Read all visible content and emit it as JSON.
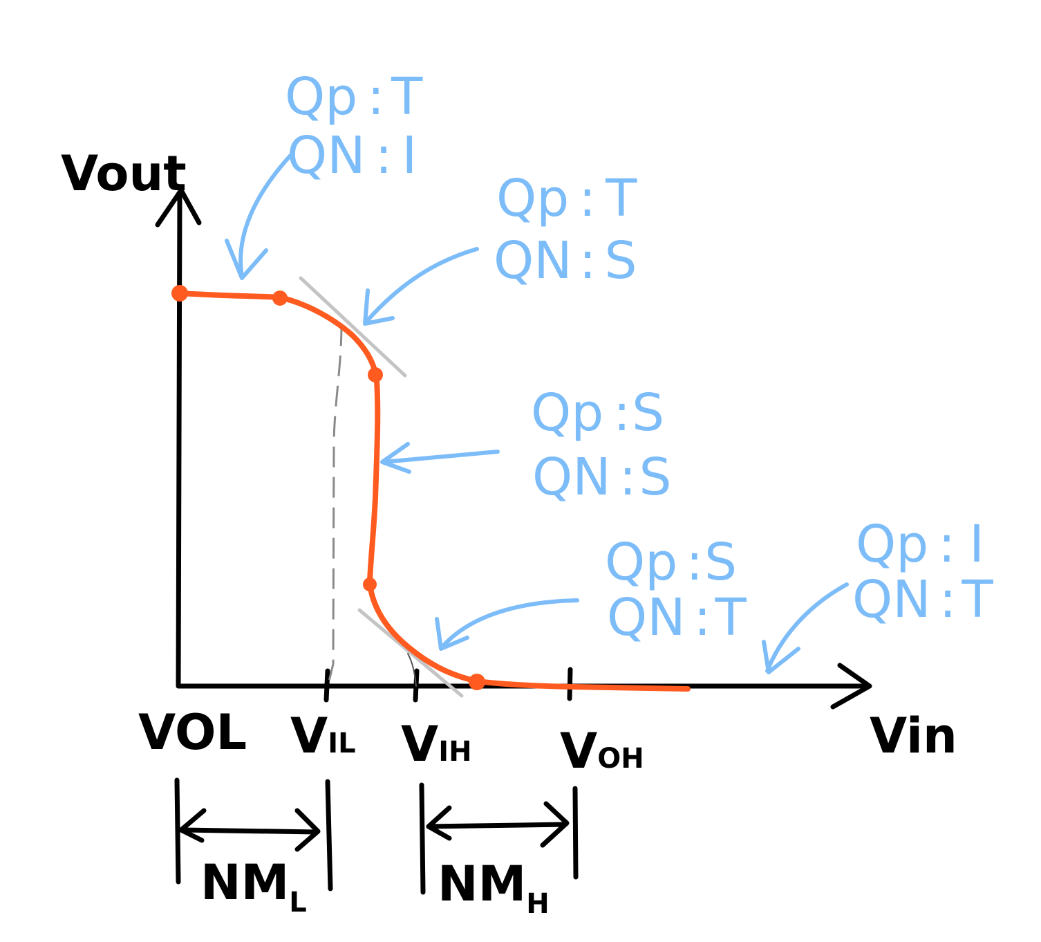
{
  "axes": {
    "y_label": "Vout",
    "x_label": "Vin"
  },
  "ticks": {
    "vol": "VOL",
    "vil_main": "V",
    "vil_sub": "IL",
    "vih_main": "V",
    "vih_sub": "IH",
    "voh_main": "V",
    "voh_sub": "OH"
  },
  "noise_margins": {
    "low_main": "NM",
    "low_sub": "L",
    "high_main": "NM",
    "high_sub": "H"
  },
  "annotations": [
    {
      "qp": "Qp",
      "qp_state": "T",
      "qn": "QN",
      "qn_state": "I"
    },
    {
      "qp": "Qp",
      "qp_state": "T",
      "qn": "QN",
      "qn_state": "S"
    },
    {
      "qp": "Qp",
      "qp_state": "S",
      "qn": "QN",
      "qn_state": "S"
    },
    {
      "qp": "Qp",
      "qp_state": "S",
      "qn": "QN",
      "qn_state": "T"
    },
    {
      "qp": "Qp",
      "qp_state": "I",
      "qn": "QN",
      "qn_state": "T"
    }
  ],
  "colors": {
    "curve": "#ff5a1f",
    "annotation": "#7cbcf8",
    "axis": "#000000",
    "tangent": "#c4c4c4"
  }
}
